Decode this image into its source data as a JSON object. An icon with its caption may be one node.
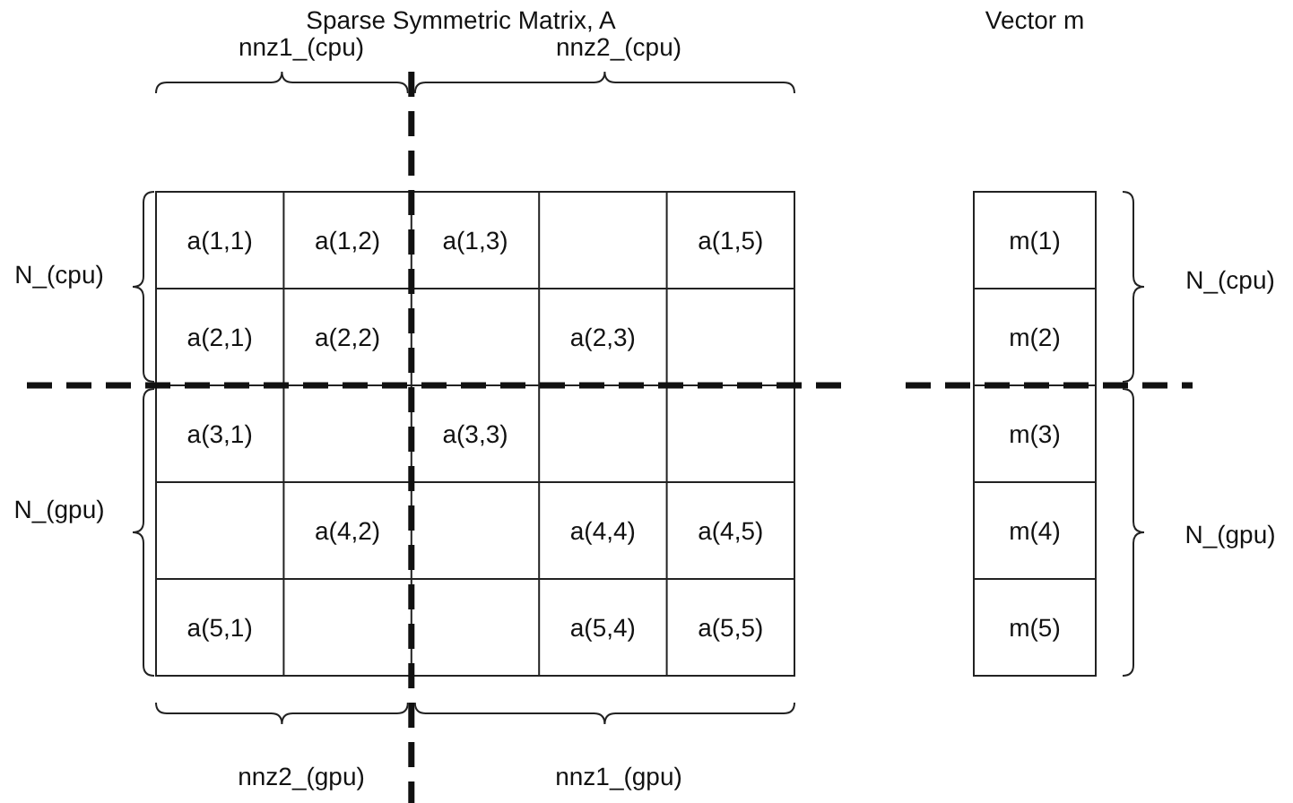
{
  "diagram": {
    "title": "Sparse Symmetric Matrix, A",
    "labels": [
      "Vector m",
      "nnz1_(cpu)",
      "nnz2_(cpu)",
      "a(1,1)",
      "a(1,2)",
      "a(1,3)",
      "a(1,5)",
      "m(1)",
      "N_(cpu)",
      "N_(cpu)",
      "a(2,1)",
      "a(2,2)",
      "a(2,3)",
      "m(2)",
      "a(3,1)",
      "a(3,3)",
      "m(3)",
      "N_(gpu)",
      "a(4,2)",
      "a(4,4)",
      "a(4,5)",
      "m(4)",
      "N_(gpu)",
      "a(5,1)",
      "a(5,4)",
      "a(5,5)",
      "m(5)",
      "nnz2_(gpu)",
      "nnz1_(gpu)"
    ]
  }
}
